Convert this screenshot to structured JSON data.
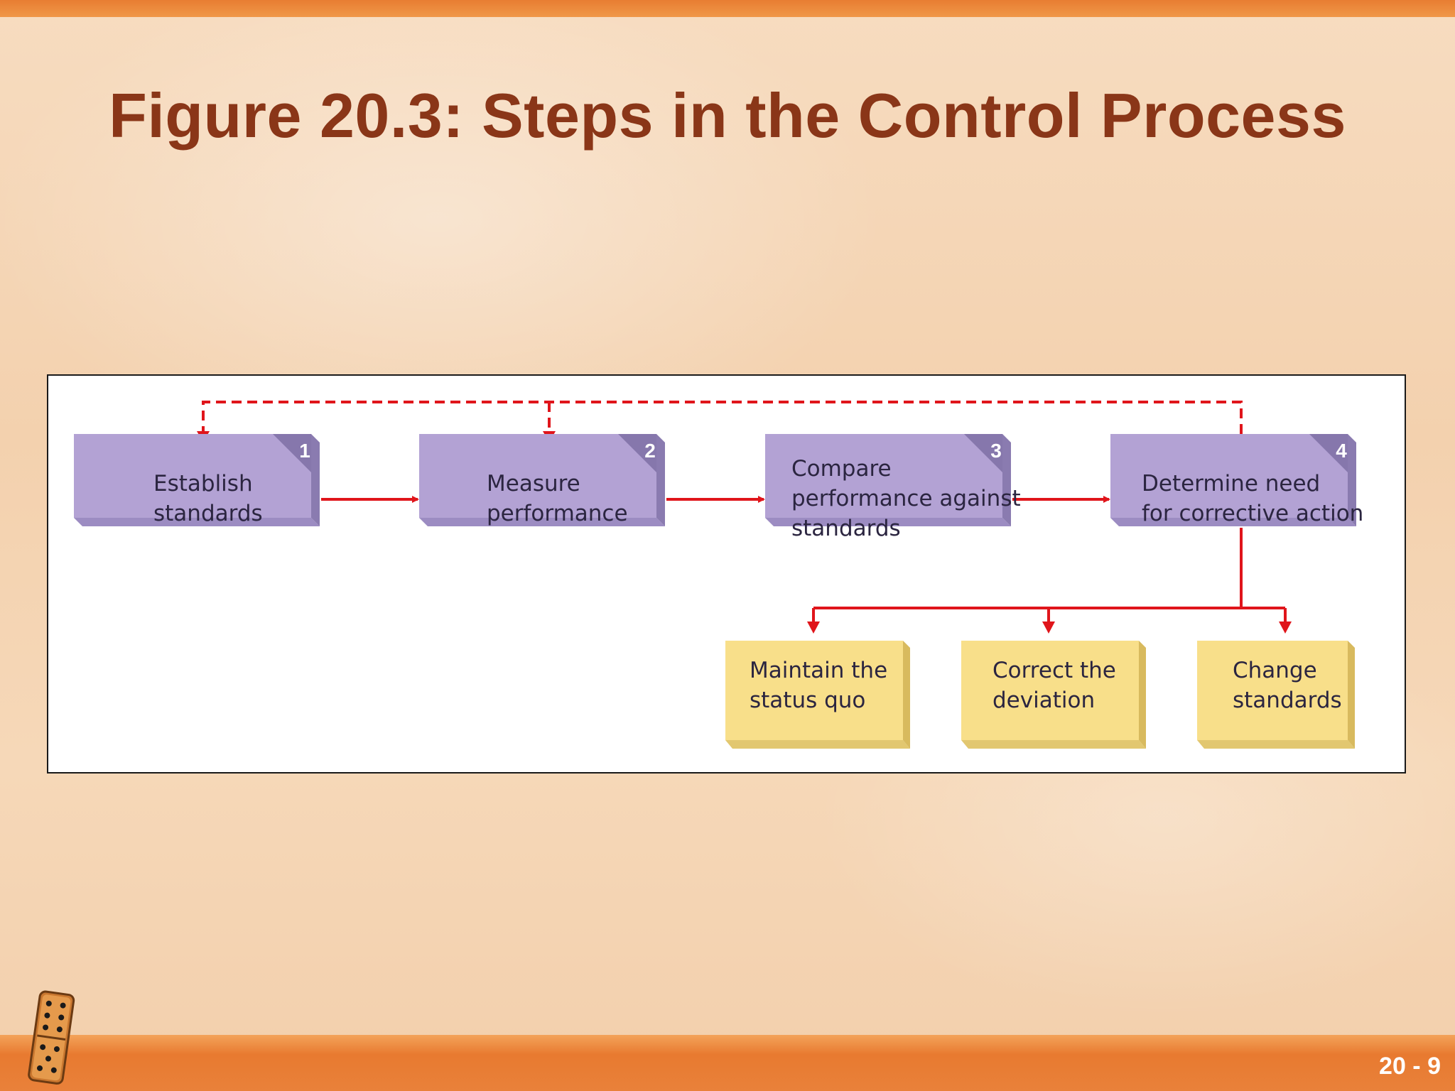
{
  "title": "Figure 20.3: Steps in the Control Process",
  "steps": [
    {
      "number": "1",
      "lines": [
        "Establish",
        "standards"
      ]
    },
    {
      "number": "2",
      "lines": [
        "Measure",
        "performance"
      ]
    },
    {
      "number": "3",
      "lines": [
        "Compare",
        "performance against",
        "standards"
      ]
    },
    {
      "number": "4",
      "lines": [
        "Determine need",
        "for corrective action"
      ]
    }
  ],
  "outcomes": [
    {
      "lines": [
        "Maintain the",
        "status quo"
      ]
    },
    {
      "lines": [
        "Correct the",
        "deviation"
      ]
    },
    {
      "lines": [
        "Change",
        "standards"
      ]
    }
  ],
  "slide_number": "20 - 9",
  "colors": {
    "step_face": "#b3a2d4",
    "step_side": "#8a7bb0",
    "step_bottom": "#9c8cc2",
    "step_corner": "#8677ac",
    "outcome_face": "#f8df8a",
    "outcome_side": "#d8ba5e",
    "outcome_bottom": "#e2c770",
    "arrow": "#e0151b",
    "title": "#8a3618",
    "band": "#e87d32"
  },
  "icons": {
    "domino": "domino-icon"
  }
}
